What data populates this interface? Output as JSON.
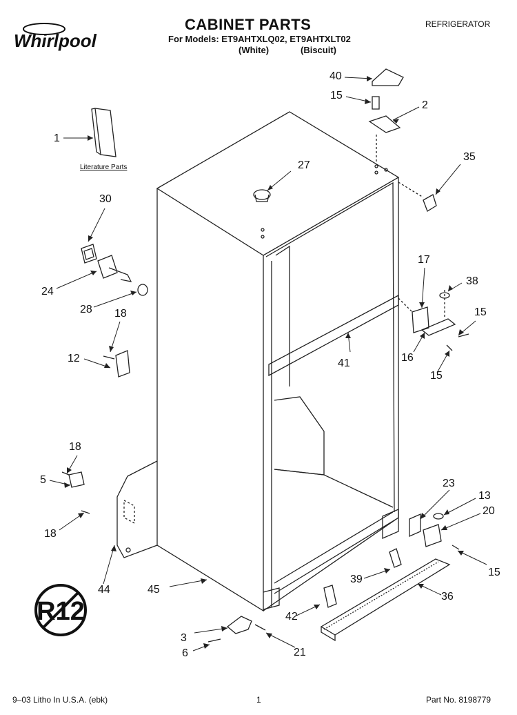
{
  "header": {
    "brand": "Whirlpool",
    "title": "CABINET PARTS",
    "models_line": "For Models: ET9AHTXLQ02, ET9AHTXLT02",
    "variant_white": "(White)",
    "variant_biscuit": "(Biscuit)",
    "category": "REFRIGERATOR"
  },
  "diagram": {
    "literature_label": "Literature Parts",
    "callouts": {
      "c40": "40",
      "c15a": "15",
      "c2": "2",
      "c1": "1",
      "c27": "27",
      "c35": "35",
      "c30": "30",
      "c24": "24",
      "c28": "28",
      "c18a": "18",
      "c12": "12",
      "c17": "17",
      "c38": "38",
      "c15b": "15",
      "c16": "16",
      "c15c": "15",
      "c41": "41",
      "c18b": "18",
      "c5": "5",
      "c18c": "18",
      "c23": "23",
      "c13": "13",
      "c20": "20",
      "c15d": "15",
      "c44": "44",
      "c45": "45",
      "c39": "39",
      "c36": "36",
      "c42": "42",
      "c3": "3",
      "c6": "6",
      "c21": "21"
    },
    "badge_text": "R12"
  },
  "footer": {
    "litho": "9–03 Litho In U.S.A. (ebk)",
    "page": "1",
    "part_no": "Part No. 8198779"
  }
}
